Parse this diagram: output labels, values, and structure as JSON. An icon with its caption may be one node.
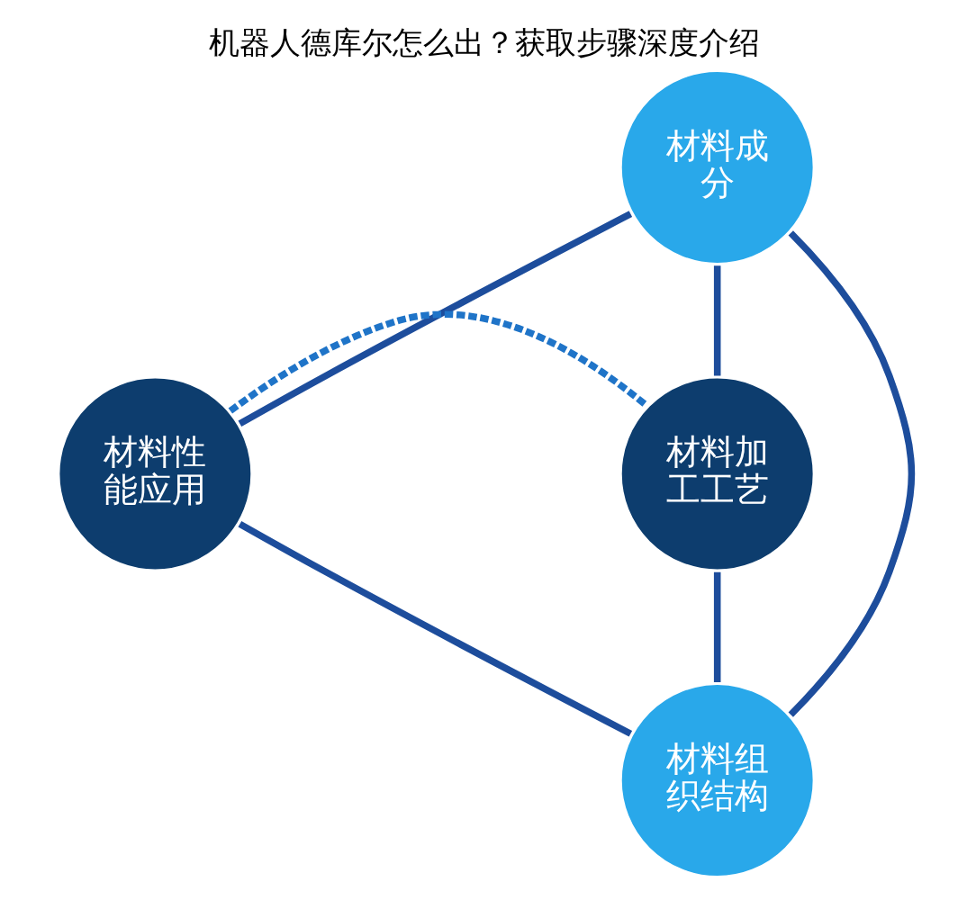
{
  "diagram": {
    "title": "机器人德库尔怎么出？获取步骤深度介绍",
    "nodes": [
      {
        "text": [
          "材料成分"
        ]
      },
      {
        "text": [
          "材料性能应用"
        ]
      },
      {
        "text": [
          "材料加工工艺"
        ]
      },
      {
        "text": [
          "材料组织结构"
        ]
      }
    ],
    "edges": [
      {
        "from": 0,
        "to": 1,
        "arrow": "none"
      },
      {
        "from": 0,
        "to": 2,
        "arrow": "none"
      },
      {
        "from": 0,
        "to": 3,
        "arrow": "none"
      },
      {
        "from": 1,
        "to": 2,
        "arrow": "none",
        "style": "dashed",
        "color": "#1f74c8"
      },
      {
        "from": 1,
        "to": 3,
        "arrow": "none"
      },
      {
        "from": 2,
        "to": 3,
        "arrow": "none"
      }
    ]
  }
}
